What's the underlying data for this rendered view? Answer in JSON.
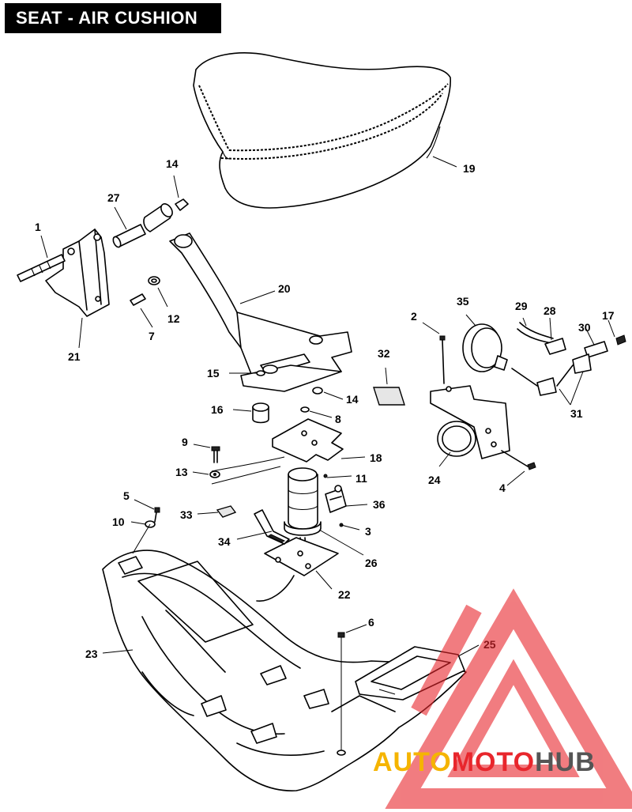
{
  "title": "SEAT - AIR CUSHION",
  "watermark": {
    "part1": "AUTO",
    "part2": "MOTO",
    "part3": "HUB",
    "color_orange": "#f5b400",
    "color_red": "#e8262c",
    "color_dark": "#555555"
  },
  "callouts": [
    {
      "id": "1",
      "label": "1"
    },
    {
      "id": "2",
      "label": "2"
    },
    {
      "id": "3",
      "label": "3"
    },
    {
      "id": "4",
      "label": "4"
    },
    {
      "id": "5",
      "label": "5"
    },
    {
      "id": "6",
      "label": "6"
    },
    {
      "id": "7",
      "label": "7"
    },
    {
      "id": "8",
      "label": "8"
    },
    {
      "id": "9",
      "label": "9"
    },
    {
      "id": "10",
      "label": "10"
    },
    {
      "id": "11",
      "label": "11"
    },
    {
      "id": "12",
      "label": "12"
    },
    {
      "id": "13",
      "label": "13"
    },
    {
      "id": "14a",
      "label": "14"
    },
    {
      "id": "14b",
      "label": "14"
    },
    {
      "id": "15",
      "label": "15"
    },
    {
      "id": "16",
      "label": "16"
    },
    {
      "id": "17",
      "label": "17"
    },
    {
      "id": "18",
      "label": "18"
    },
    {
      "id": "19",
      "label": "19"
    },
    {
      "id": "20",
      "label": "20"
    },
    {
      "id": "21",
      "label": "21"
    },
    {
      "id": "22",
      "label": "22"
    },
    {
      "id": "23",
      "label": "23"
    },
    {
      "id": "24",
      "label": "24"
    },
    {
      "id": "25",
      "label": "25"
    },
    {
      "id": "26",
      "label": "26"
    },
    {
      "id": "27",
      "label": "27"
    },
    {
      "id": "28",
      "label": "28"
    },
    {
      "id": "29",
      "label": "29"
    },
    {
      "id": "30",
      "label": "30"
    },
    {
      "id": "31",
      "label": "31"
    },
    {
      "id": "32",
      "label": "32"
    },
    {
      "id": "33",
      "label": "33"
    },
    {
      "id": "34",
      "label": "34"
    },
    {
      "id": "35",
      "label": "35"
    },
    {
      "id": "36",
      "label": "36"
    }
  ]
}
